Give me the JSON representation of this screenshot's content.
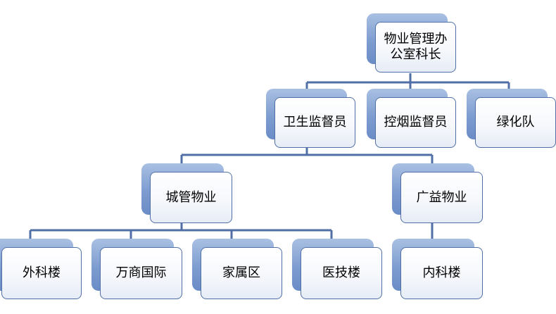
{
  "colors": {
    "connector": "#4f6fa6",
    "box_border": "#4f6fa6",
    "shadow_light": "#a9c0e2",
    "shadow_dark": "#6a8cc6",
    "text": "#000000"
  },
  "org_chart": {
    "root": {
      "label": "物业管理办公室科长"
    },
    "level2": {
      "health_supervisor": {
        "label": "卫生监督员"
      },
      "smoking_supervisor": {
        "label": "控烟监督员"
      },
      "greening_team": {
        "label": "绿化队"
      }
    },
    "level3": {
      "city_property": {
        "label": "城管物业"
      },
      "guangyi_property": {
        "label": "广益物业"
      }
    },
    "level4": {
      "surgery_building": {
        "label": "外科楼"
      },
      "wanshang_international": {
        "label": "万商国际"
      },
      "family_area": {
        "label": "家属区"
      },
      "medtech_building": {
        "label": "医技楼"
      },
      "internal_medicine_building": {
        "label": "内科楼"
      }
    }
  }
}
